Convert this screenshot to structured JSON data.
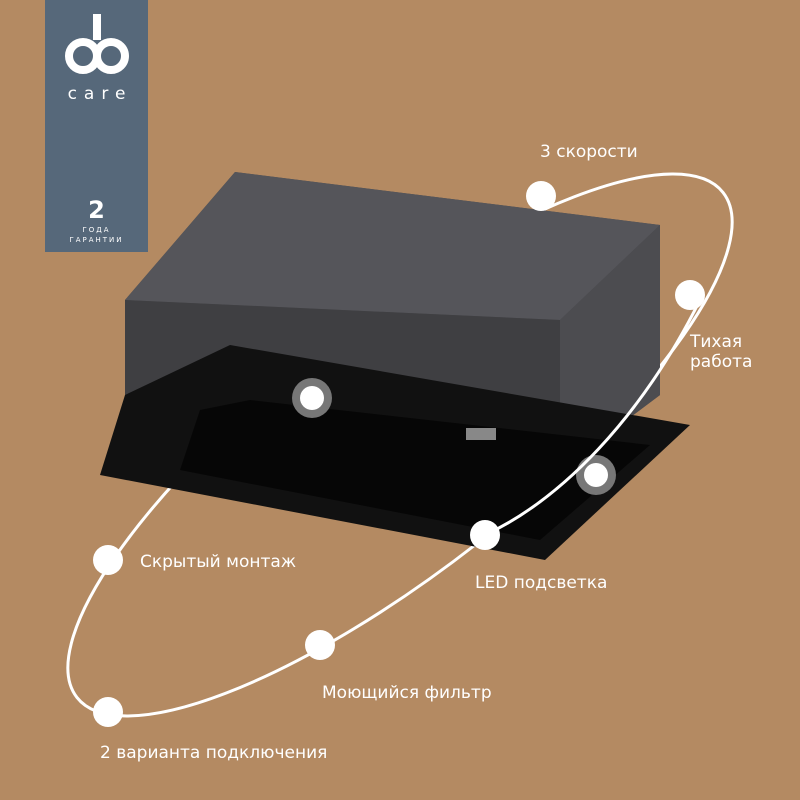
{
  "badge": {
    "brand_text": "care",
    "years": "2",
    "line1": "ГОДА",
    "line2": "ГАРАНТИИ"
  },
  "features": [
    {
      "label": "3 скорости"
    },
    {
      "label": "Тихая\nработа"
    },
    {
      "label": "LED подсветка"
    },
    {
      "label": "Моющийся фильтр"
    },
    {
      "label": "2 варианта подключения"
    },
    {
      "label": "Скрытый монтаж"
    }
  ],
  "colors": {
    "background": "#b48a62",
    "badge": "#56687a"
  }
}
